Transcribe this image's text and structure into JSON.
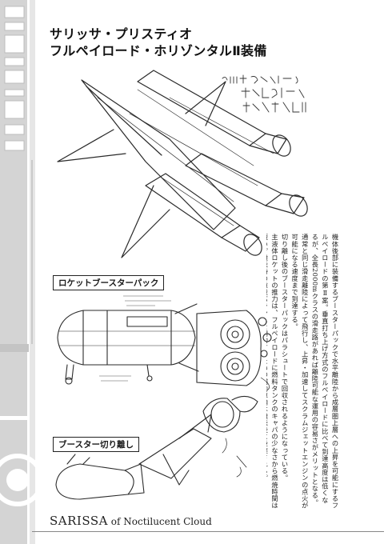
{
  "title": {
    "line1": "サリッサ・プリスティオ",
    "line2": "フルペイロード・ホリゾンタルⅡ装備"
  },
  "captions": {
    "rocket_booster": "ロケットブースターパック",
    "booster_separation": "ブースター切り離し"
  },
  "body_text": {
    "para1": "機体後部に装備するブースターパックで水平離陸から成層圏上層への上昇を可能にするフルペイロードの第Ⅱ案。垂直打ち上げ方式のフルペイロードに比べて到達高度は低くなるが、全長2000mクラスの滑走路があれば離陸可能な運用の容易さがメリットとなる。通常と同じ滑走離陸によって飛行し、上昇・加速してスクラムジェットエンジンの点火が可能になる速度まで到達する。",
    "para2": "切り離し後のブースターパックはパラシュートで回収されるようになっている。",
    "para3": "主液体ロケットの推力は、フルペイロードに燃料タンクのキャパの少なさから燃焼時間は短い。離陸時の重量バランスを補助するための補助車輪は離陸後に投棄される。"
  },
  "footer": {
    "brand": "SARISSA",
    "rest": " of Noctilucent Cloud"
  },
  "handwritten_label": "CHILLH·プリスティオ フルペイロード ホリゾンタルⅡ",
  "colors": {
    "ink": "#1a1a1a",
    "band_gray": "#d9d9d9",
    "paper": "#ffffff"
  }
}
